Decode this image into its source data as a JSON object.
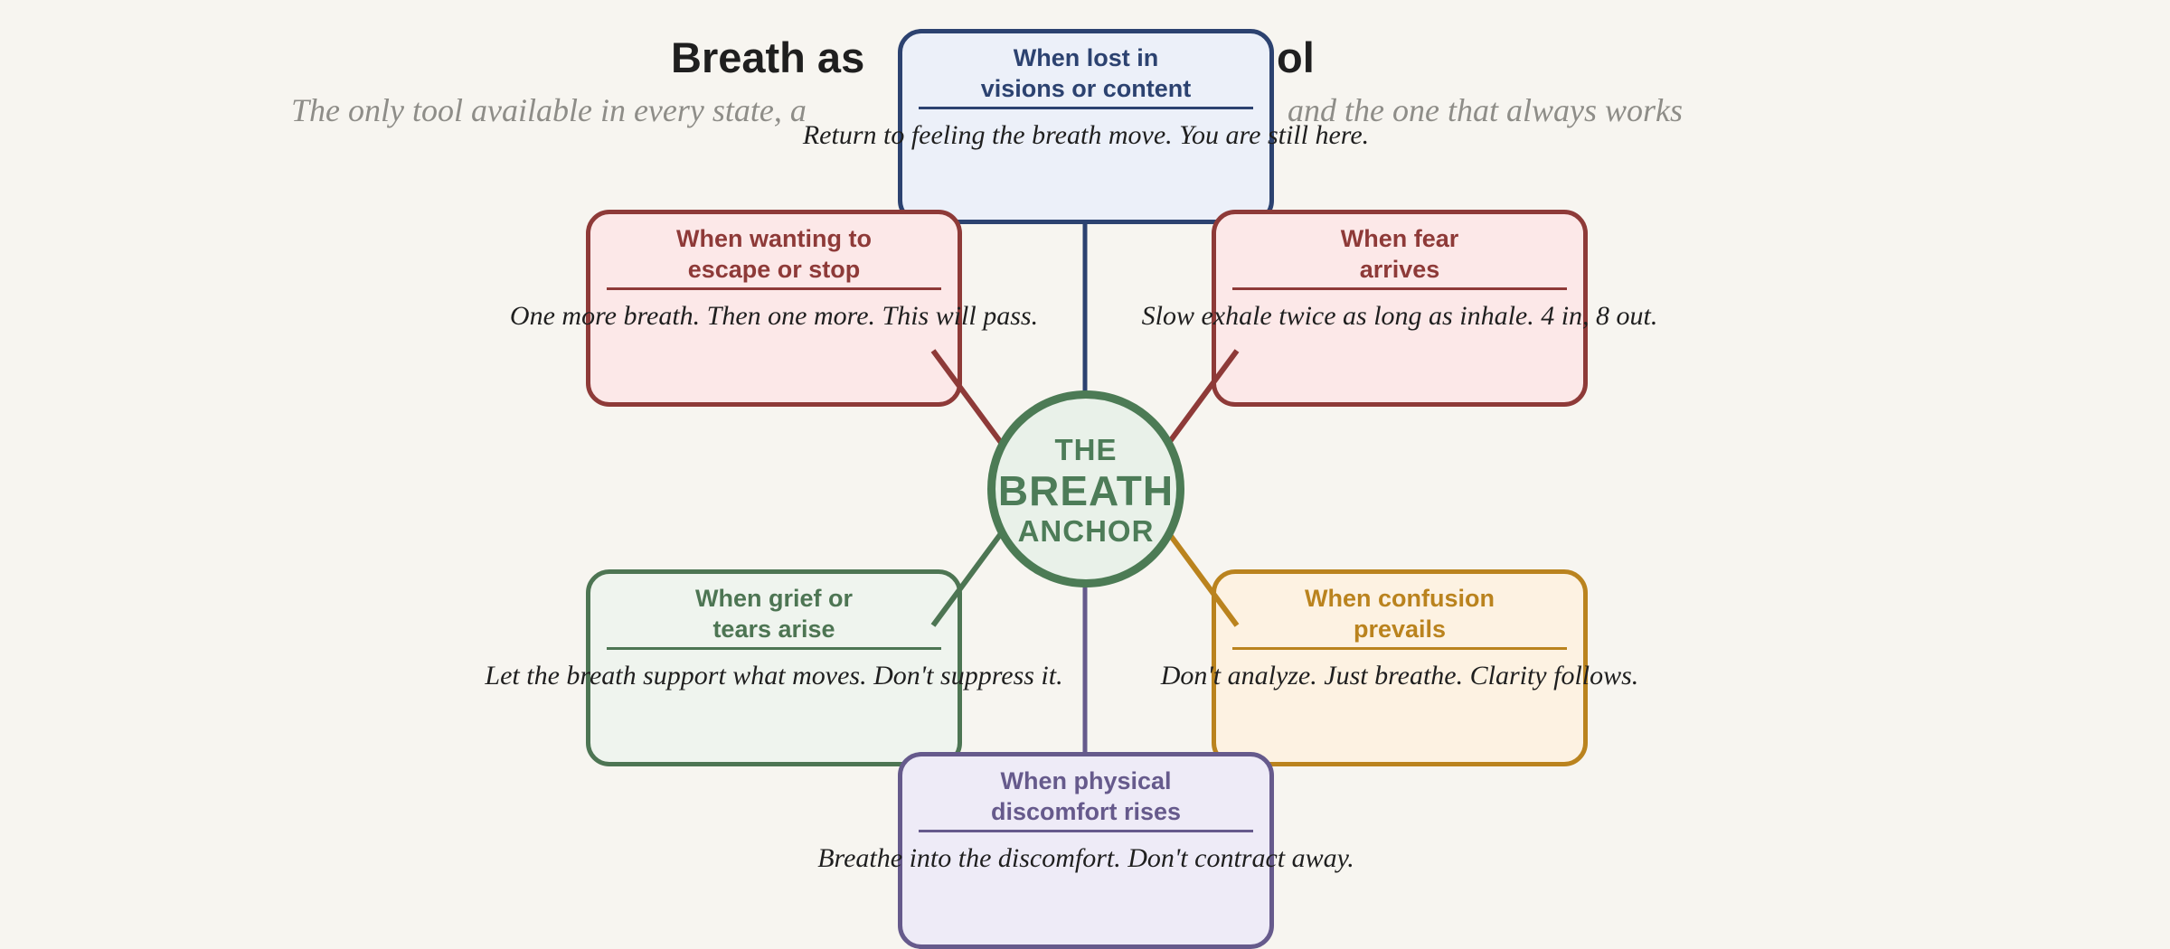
{
  "page": {
    "background": "#f7f5f0"
  },
  "header": {
    "title_fragment_left": "Breath as",
    "title_fragment_right": "ol",
    "subtitle_fragment_left": "The only tool available in every state, a",
    "subtitle_fragment_right": "and the one that always works"
  },
  "center": {
    "line1": "THE",
    "line2": "BREATH",
    "line3": "ANCHOR",
    "text_color": "#4d7c58",
    "border_color": "#4c7b55",
    "fill": "#e9f1e9"
  },
  "nodes": [
    {
      "id": "lost",
      "title": "When lost in\nvisions or content",
      "description": "Return to feeling the breath move. You are still here.",
      "accent": "#2c4270",
      "fill": "#ecf0f9"
    },
    {
      "id": "escape",
      "title": "When wanting to\nescape or stop",
      "description": "One more breath. Then one more. This will pass.",
      "accent": "#8e3a38",
      "fill": "#fce8e8"
    },
    {
      "id": "fear",
      "title": "When fear\narrives",
      "description": "Slow exhale twice as long as inhale. 4 in, 8 out.",
      "accent": "#8e3a38",
      "fill": "#fce8e8"
    },
    {
      "id": "grief",
      "title": "When grief or\ntears arise",
      "description": "Let the breath support what moves. Don't suppress it.",
      "accent": "#4d7553",
      "fill": "#eff4ee"
    },
    {
      "id": "confusion",
      "title": "When confusion\nprevails",
      "description": "Don't analyze. Just breathe. Clarity follows.",
      "accent": "#ba831e",
      "fill": "#fdf2e2"
    },
    {
      "id": "discomfort",
      "title": "When physical\ndiscomfort rises",
      "description": "Breathe into the discomfort. Don't contract away.",
      "accent": "#665a8c",
      "fill": "#eeebf7"
    }
  ]
}
